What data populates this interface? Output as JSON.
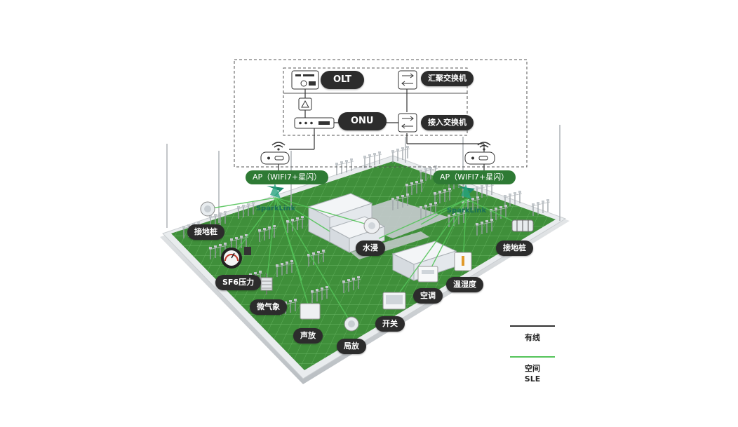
{
  "network": {
    "olt": "OLT",
    "onu": "ONU",
    "agg_switch": "汇聚交换机",
    "access_switch": "接入交换机",
    "ap_left": "AP（WIFI7+星闪）",
    "ap_right": "AP（WIFI7+星闪）",
    "sparklink_left": "SparkLink",
    "sparklink_right": "SparkLink"
  },
  "sensors": {
    "ground_left": "接地桩",
    "sf6": "SF6压力",
    "weather": "微气象",
    "acoustic": "声放",
    "partial": "局放",
    "switch": "开关",
    "aircon": "空调",
    "tempHumid": "温湿度",
    "water": "水浸",
    "ground_right": "接地桩"
  },
  "legend": {
    "wired": "有线",
    "wireless_line1": "空间",
    "wireless_line2": "SLE",
    "wired_color": "#333333",
    "wireless_color": "#55c45a"
  },
  "colors": {
    "grass": "#3f8f3a",
    "platform_edge": "#dfe3e6",
    "pill_bg": "#2c2c2c",
    "ap_bg": "#2e7a34"
  }
}
